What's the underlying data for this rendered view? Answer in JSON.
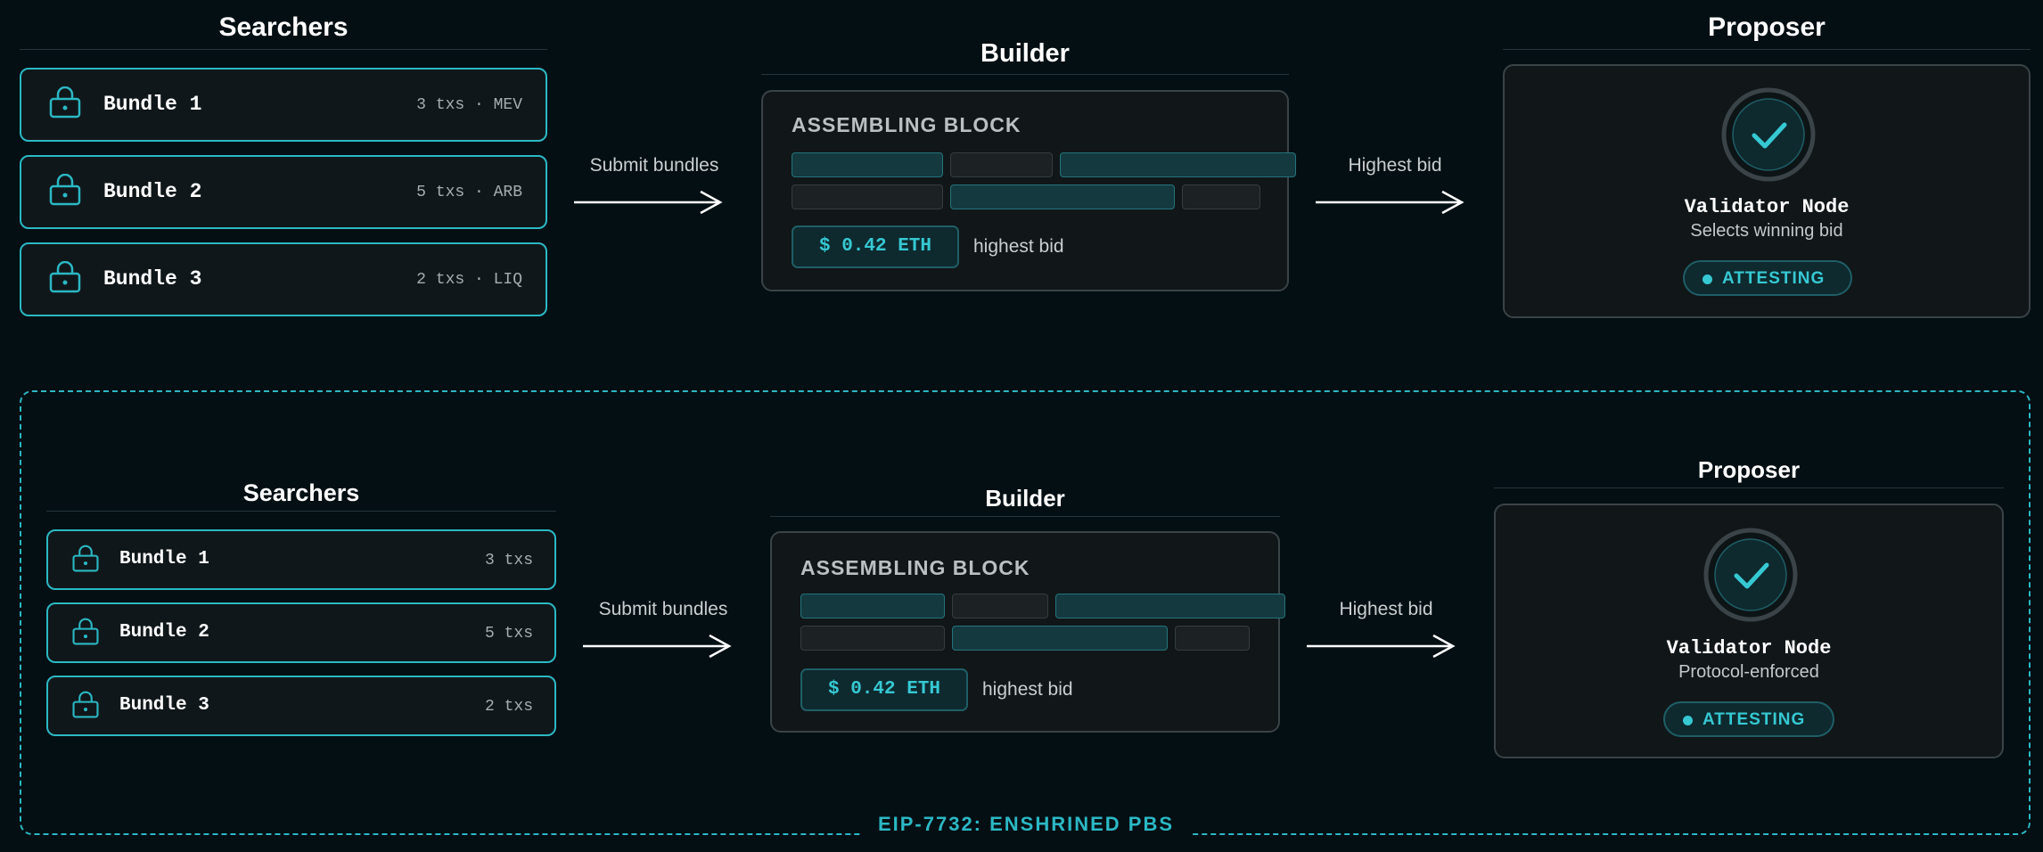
{
  "top": {
    "searchers": {
      "title": "Searchers",
      "bundles": [
        {
          "name": "Bundle 1",
          "meta": "3 txs · MEV"
        },
        {
          "name": "Bundle 2",
          "meta": "5 txs · ARB"
        },
        {
          "name": "Bundle 3",
          "meta": "2 txs · LIQ"
        }
      ]
    },
    "arrow1": "Submit bundles",
    "builder": {
      "title": "Builder",
      "assembling": "ASSEMBLING BLOCK",
      "bid_value": "$ 0.42 ETH",
      "bid_label": "highest bid"
    },
    "arrow2": "Highest bid",
    "proposer": {
      "title": "Proposer",
      "node": "Validator Node",
      "subtitle": "Selects winning bid",
      "status": "ATTESTING"
    }
  },
  "bottom": {
    "searchers": {
      "title": "Searchers",
      "bundles": [
        {
          "name": "Bundle 1",
          "meta": "3 txs"
        },
        {
          "name": "Bundle 2",
          "meta": "5 txs"
        },
        {
          "name": "Bundle 3",
          "meta": "2 txs"
        }
      ]
    },
    "arrow1": "Submit bundles",
    "builder": {
      "title": "Builder",
      "assembling": "ASSEMBLING BLOCK",
      "bid_value": "$ 0.42 ETH",
      "bid_label": "highest bid"
    },
    "arrow2": "Highest bid",
    "proposer": {
      "title": "Proposer",
      "node": "Validator Node",
      "subtitle": "Protocol-enforced",
      "status": "ATTESTING"
    },
    "caption": "EIP-7732: ENSHRINED PBS"
  },
  "icons": {
    "bundle": "lock-icon",
    "arrow": "arrow-right-icon",
    "validator": "check-circle-icon",
    "status": "status-dot-icon"
  },
  "colors": {
    "background": "#040f13",
    "accent": "#2bb8c4",
    "panel": "#111618",
    "border": "#3a4347"
  }
}
